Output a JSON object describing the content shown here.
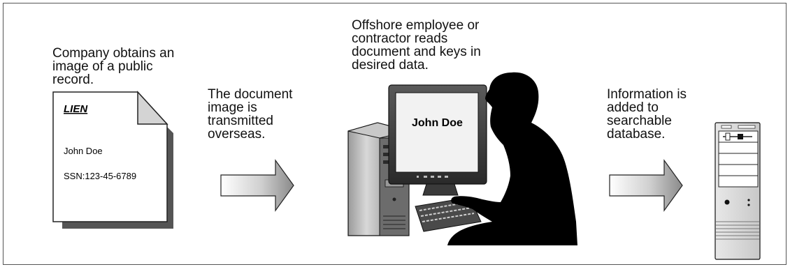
{
  "captions": {
    "step1": [
      "Company obtains an",
      "image of a public",
      "record."
    ],
    "step2": [
      "The document",
      "image is",
      "transmitted",
      "overseas."
    ],
    "step3": [
      "Offshore employee or",
      "contractor reads",
      "document and keys in",
      "desired data."
    ],
    "step4": [
      "Information is",
      "added to",
      "searchable",
      "database."
    ]
  },
  "document": {
    "title": "LIEN",
    "name": "John Doe",
    "ssn": "SSN:123-45-6789"
  },
  "screen": {
    "text": "John Doe"
  },
  "icons": [
    "document-icon",
    "arrow-icon",
    "computer-operator-icon",
    "arrow-icon",
    "server-icon"
  ]
}
